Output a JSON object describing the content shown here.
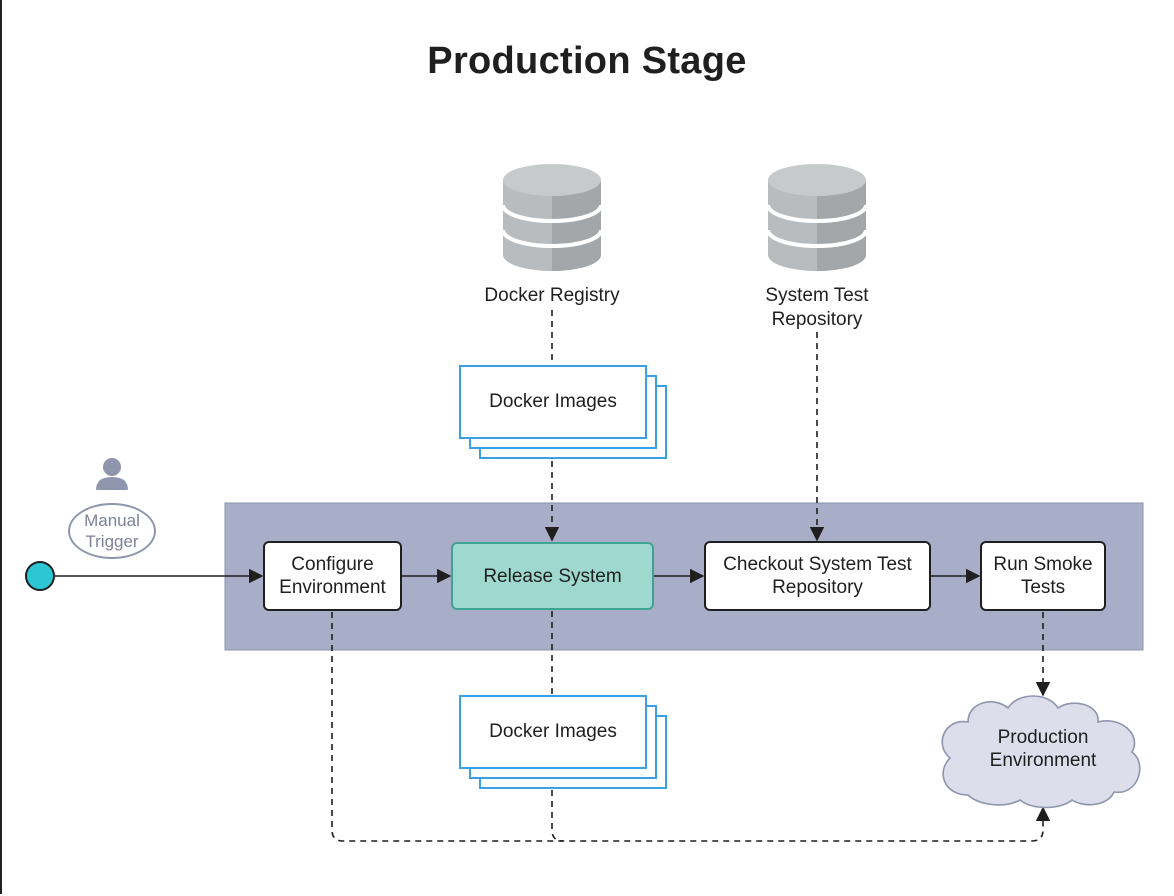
{
  "title": "Production Stage",
  "sources": {
    "docker_registry": "Docker Registry",
    "system_test_repository": "System Test\nRepository"
  },
  "artifacts": {
    "docker_images_top": "Docker Images",
    "docker_images_bottom": "Docker Images"
  },
  "actor": {
    "trigger": "Manual\nTrigger"
  },
  "steps": [
    {
      "label": "Configure\nEnvironment"
    },
    {
      "label": "Release System"
    },
    {
      "label": "Checkout System Test\nRepository"
    },
    {
      "label": "Run Smoke\nTests"
    }
  ],
  "target": "Production\nEnvironment",
  "colors": {
    "stage_band": "#a9aec8",
    "highlight_fill": "#9ed8cf",
    "highlight_border": "#3fa393",
    "artifact_border": "#3aa0e6",
    "start_node": "#2cc6d4",
    "cloud_fill": "#dcdeec",
    "database": "#b9bcbe"
  }
}
